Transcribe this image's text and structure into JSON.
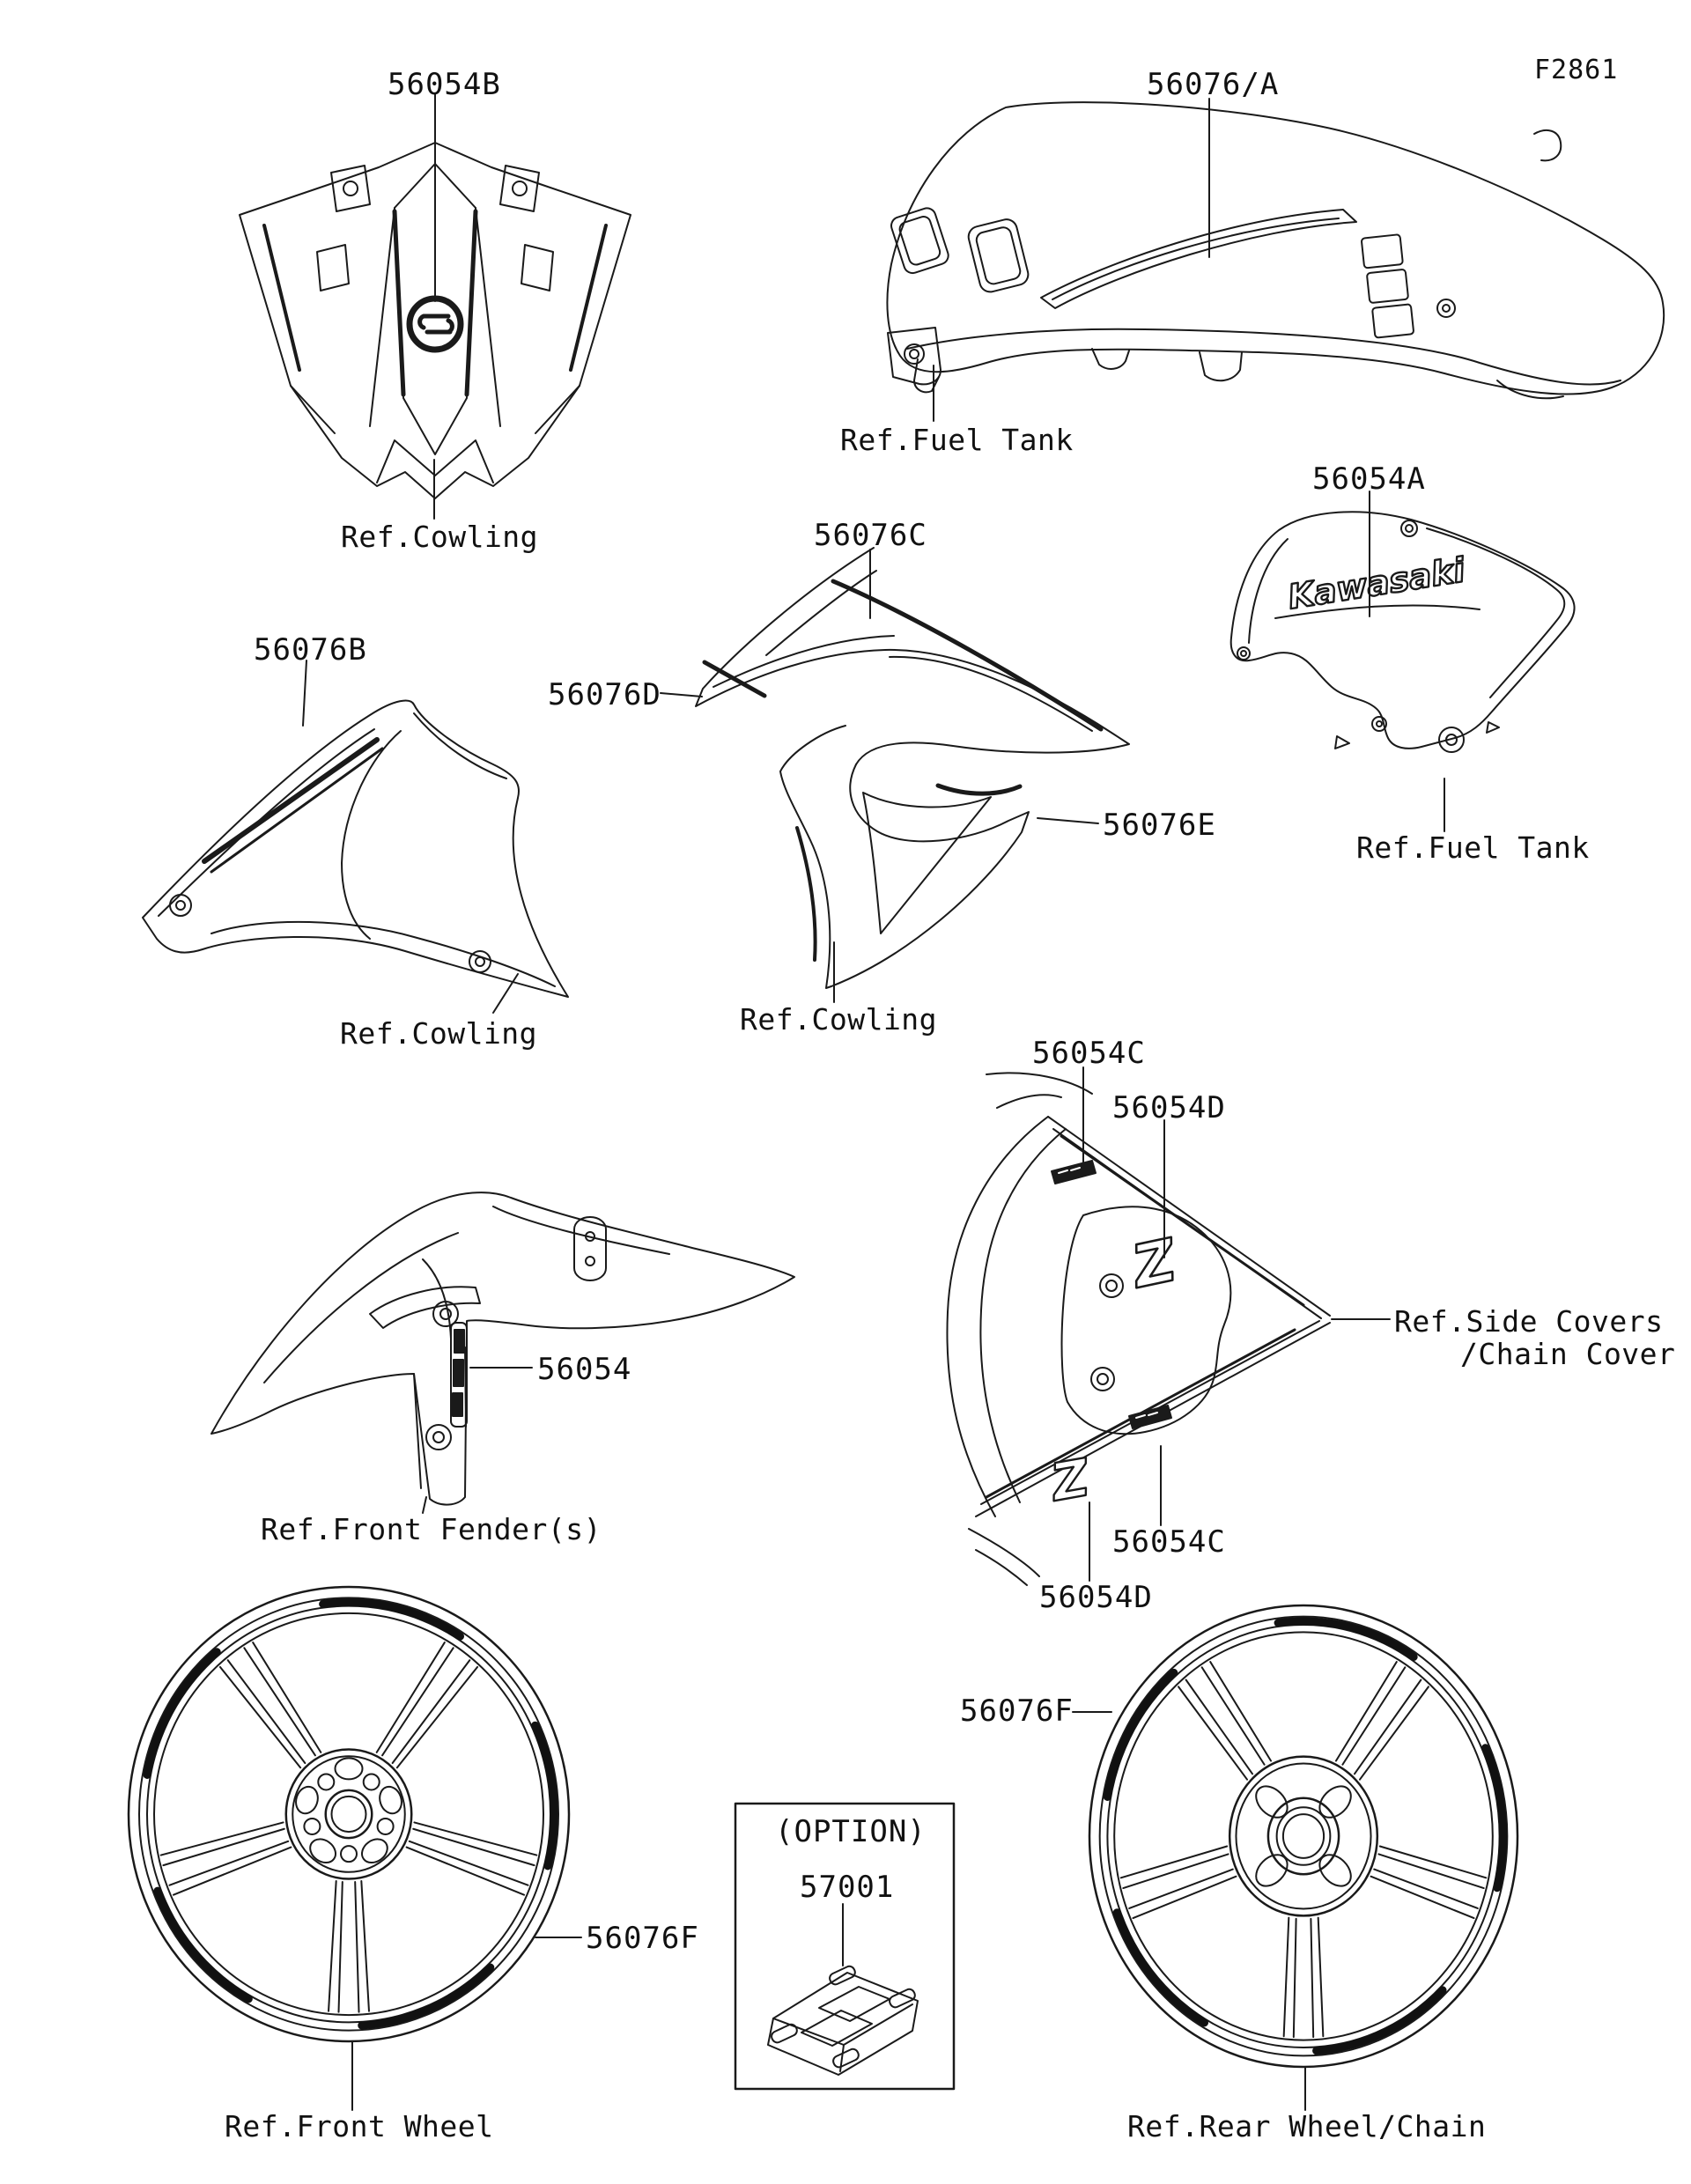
{
  "figure": {
    "code": "F2861"
  },
  "part_labels": {
    "p56054B": "56054B",
    "p56076A": "56076/A",
    "p56054A": "56054A",
    "p56076B": "56076B",
    "p56076C": "56076C",
    "p56076D": "56076D",
    "p56076E": "56076E",
    "p56054C": "56054C",
    "p56054D": "56054D",
    "p56054": "56054",
    "p56076F": "56076F",
    "p57001": "57001",
    "option": "(OPTION)"
  },
  "ref_labels": {
    "cowling": "Ref.Cowling",
    "fuel_tank": "Ref.Fuel Tank",
    "side_covers_line1": "Ref.Side Covers",
    "side_covers_line2": "/Chain Cover",
    "front_fender": "Ref.Front Fender(s)",
    "front_wheel": "Ref.Front Wheel",
    "rear_wheel": "Ref.Rear Wheel/Chain"
  },
  "decals": {
    "kawasaki_logo": "Kawasaki",
    "z_logo": "Z"
  },
  "colors": {
    "line": "#1a1a1a",
    "text": "#111111",
    "background": "#ffffff"
  }
}
